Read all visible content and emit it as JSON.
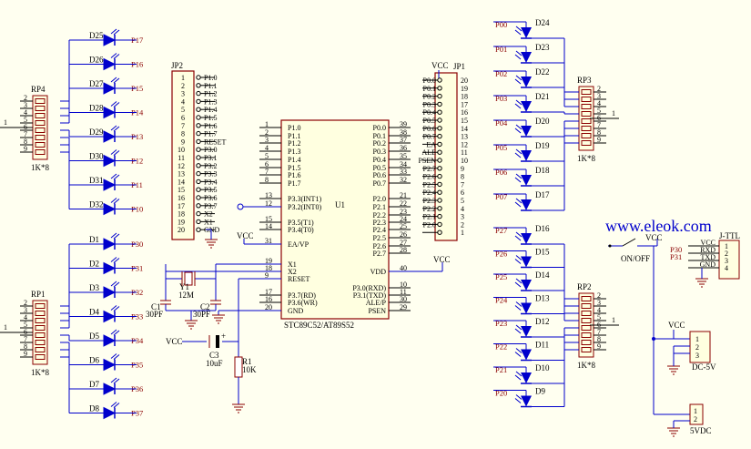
{
  "website": "www.eleok.com",
  "mcu": {
    "name": "STC89C52/AT89S52",
    "ref": "U1",
    "left_pins": [
      {
        "num": "1",
        "name": "P1.0"
      },
      {
        "num": "2",
        "name": "P1.1"
      },
      {
        "num": "3",
        "name": "P1.2"
      },
      {
        "num": "4",
        "name": "P1.3"
      },
      {
        "num": "5",
        "name": "P1.4"
      },
      {
        "num": "6",
        "name": "P1.5"
      },
      {
        "num": "7",
        "name": "P1.6"
      },
      {
        "num": "8",
        "name": "P1.7"
      },
      {
        "num": "13",
        "name": "P3.3(INT1)"
      },
      {
        "num": "12",
        "name": "P3.2(INT0)"
      },
      {
        "num": "15",
        "name": "P3.5(T1)"
      },
      {
        "num": "14",
        "name": "P3.4(T0)"
      },
      {
        "num": "31",
        "name": "EA/VP"
      },
      {
        "num": "19",
        "name": "X1"
      },
      {
        "num": "18",
        "name": "X2"
      },
      {
        "num": "9",
        "name": "RESET"
      },
      {
        "num": "17",
        "name": "P3.7(RD)"
      },
      {
        "num": "16",
        "name": "P3.6(WR)"
      },
      {
        "num": "20",
        "name": "GND"
      }
    ],
    "right_pins": [
      {
        "num": "39",
        "name": "P0.0"
      },
      {
        "num": "38",
        "name": "P0.1"
      },
      {
        "num": "37",
        "name": "P0.2"
      },
      {
        "num": "36",
        "name": "P0.3"
      },
      {
        "num": "35",
        "name": "P0.4"
      },
      {
        "num": "34",
        "name": "P0.5"
      },
      {
        "num": "33",
        "name": "P0.6"
      },
      {
        "num": "32",
        "name": "P0.7"
      },
      {
        "num": "21",
        "name": "P2.0"
      },
      {
        "num": "22",
        "name": "P2.1"
      },
      {
        "num": "23",
        "name": "P2.2"
      },
      {
        "num": "24",
        "name": "P2.3"
      },
      {
        "num": "25",
        "name": "P2.4"
      },
      {
        "num": "26",
        "name": "P2.5"
      },
      {
        "num": "27",
        "name": "P2.6"
      },
      {
        "num": "28",
        "name": "P2.7"
      },
      {
        "num": "40",
        "name": "VDD"
      },
      {
        "num": "10",
        "name": "P3.0(RXD)"
      },
      {
        "num": "11",
        "name": "P3.1(TXD)"
      },
      {
        "num": "30",
        "name": "ALE/P"
      },
      {
        "num": "29",
        "name": "PSEN"
      }
    ]
  },
  "jp2": {
    "ref": "JP2",
    "labels": [
      "P1.0",
      "P1.1",
      "P1.2",
      "P1.3",
      "P1.4",
      "P1.5",
      "P1.6",
      "P1.7",
      "RESET",
      "P3.0",
      "P3.1",
      "P3.2",
      "P3.3",
      "P3.4",
      "P3.5",
      "P3.6",
      "P3.7",
      "X2",
      "X1",
      "GND"
    ]
  },
  "jp1": {
    "ref": "JP1",
    "labels": [
      "P0.0",
      "P0.1",
      "P0.2",
      "P0.3",
      "P0.4",
      "P0.5",
      "P0.6",
      "P0.7",
      "EA",
      "ALE",
      "PSEN",
      "P2.7",
      "P2.6",
      "P2.5",
      "P2.4",
      "P2.3",
      "P2.2",
      "P2.1",
      "P2.0",
      ""
    ],
    "nums": [
      "20",
      "19",
      "18",
      "17",
      "16",
      "15",
      "14",
      "13",
      "12",
      "11",
      "10",
      "9",
      "8",
      "7",
      "6",
      "5",
      "4",
      "3",
      "2",
      "1"
    ]
  },
  "led_groups": {
    "top_left": [
      {
        "ref": "D25",
        "net": "P17"
      },
      {
        "ref": "D26",
        "net": "P16"
      },
      {
        "ref": "D27",
        "net": "P15"
      },
      {
        "ref": "D28",
        "net": "P14"
      },
      {
        "ref": "D29",
        "net": "P13"
      },
      {
        "ref": "D30",
        "net": "P12"
      },
      {
        "ref": "D31",
        "net": "P11"
      },
      {
        "ref": "D32",
        "net": "P10"
      }
    ],
    "bottom_left": [
      {
        "ref": "D1",
        "net": "P30"
      },
      {
        "ref": "D2",
        "net": "P31"
      },
      {
        "ref": "D3",
        "net": "P32"
      },
      {
        "ref": "D4",
        "net": "P33"
      },
      {
        "ref": "D5",
        "net": "P34"
      },
      {
        "ref": "D6",
        "net": "P35"
      },
      {
        "ref": "D7",
        "net": "P36"
      },
      {
        "ref": "D8",
        "net": "P37"
      }
    ],
    "top_right": [
      {
        "ref": "D24",
        "net": "P00"
      },
      {
        "ref": "D23",
        "net": "P01"
      },
      {
        "ref": "D22",
        "net": "P02"
      },
      {
        "ref": "D21",
        "net": "P03"
      },
      {
        "ref": "D20",
        "net": "P04"
      },
      {
        "ref": "D19",
        "net": "P05"
      },
      {
        "ref": "D18",
        "net": "P06"
      },
      {
        "ref": "D17",
        "net": "P07"
      }
    ],
    "bottom_right": [
      {
        "ref": "D16",
        "net": "P27"
      },
      {
        "ref": "D15",
        "net": "P26"
      },
      {
        "ref": "D14",
        "net": "P25"
      },
      {
        "ref": "D13",
        "net": "P24"
      },
      {
        "ref": "D12",
        "net": "P23"
      },
      {
        "ref": "D11",
        "net": "P22"
      },
      {
        "ref": "D10",
        "net": "P21"
      },
      {
        "ref": "D9",
        "net": "P20"
      }
    ]
  },
  "resnets": {
    "rp4": "RP4",
    "rp1": "RP1",
    "rp3": "RP3",
    "rp2": "RP2",
    "value": "1K*8",
    "pin_nums": [
      "2",
      "3",
      "4",
      "5",
      "6",
      "7",
      "8",
      "9"
    ],
    "common": "1"
  },
  "labels": {
    "vcc": "VCC",
    "gnd": "GND",
    "on_off": "ON/OFF",
    "jttl": "J-TTL",
    "dc5v": "DC-5V",
    "v5dc": "5VDC"
  },
  "jttl_pins": [
    {
      "num": "1",
      "name": "VCC"
    },
    {
      "num": "2",
      "name": "RXD",
      "net": "P30"
    },
    {
      "num": "3",
      "name": "TXD",
      "net": "P31"
    },
    {
      "num": "4",
      "name": "GND"
    }
  ],
  "dc_pins": [
    "1",
    "2",
    "3"
  ],
  "v5_pins": [
    "1",
    "2"
  ],
  "parts": {
    "y1": "Y1",
    "y1v": "12M",
    "c1": "C1",
    "c1v": "30PF",
    "c2": "C2",
    "c2v": "30PF",
    "c3": "C3",
    "c3v": "10uF",
    "r1": "R1",
    "r1v": "10K"
  }
}
